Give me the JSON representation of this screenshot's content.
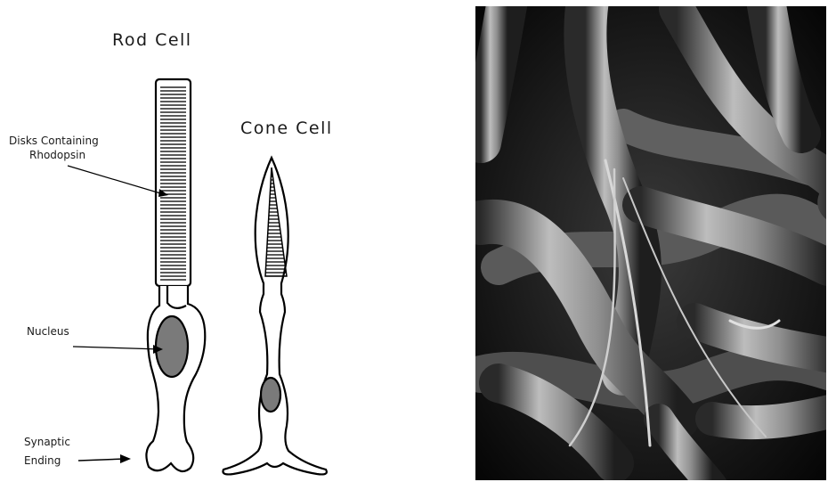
{
  "left_panel": {
    "rod_title": "Rod Cell",
    "cone_title": "Cone Cell",
    "labels": {
      "disks_line1": "Disks Containing",
      "disks_line2": "Rhodopsin",
      "nucleus": "Nucleus",
      "synaptic_line1": "Synaptic",
      "synaptic_line2": "Ending"
    }
  },
  "colors": {
    "outline": "#000000",
    "nucleus_fill": "#7a7a7a",
    "micrograph_bg": "#0d0d0d"
  }
}
